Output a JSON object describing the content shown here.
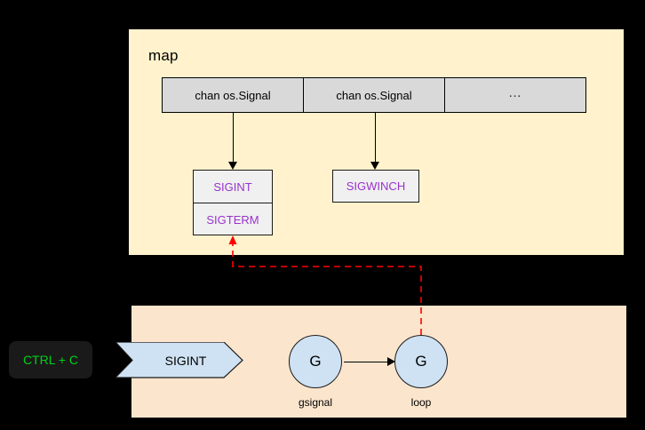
{
  "diagram": {
    "title_label": "map",
    "map_panel": {
      "label": "map",
      "bg_color": "#fff2cc",
      "buckets": [
        {
          "label": "chan os.Signal"
        },
        {
          "label": "chan os.Signal"
        },
        {
          "label": "…"
        }
      ],
      "signal_boxes": [
        {
          "name": "signal-box-left",
          "entries": [
            "SIGINT",
            "SIGTERM"
          ]
        },
        {
          "name": "signal-box-right",
          "entries": [
            "SIGWINCH"
          ]
        }
      ],
      "signal_text_color": "#9933cc",
      "signal_box_bg": "#f0f0f0"
    },
    "runtime_panel": {
      "bg_color": "#fce5cd",
      "goroutines": [
        {
          "glyph": "G",
          "caption": "gsignal"
        },
        {
          "glyph": "G",
          "caption": "loop"
        }
      ],
      "incoming_signal_banner": "SIGINT",
      "banner_fill": "#cfe2f3"
    },
    "keyboard": {
      "key_label": "CTRL + C",
      "key_text_color": "#00d11a",
      "key_bg_color": "#1a1a1a"
    },
    "connectors": {
      "dashed_color": "#ff0000",
      "solid_color": "#000000"
    }
  }
}
